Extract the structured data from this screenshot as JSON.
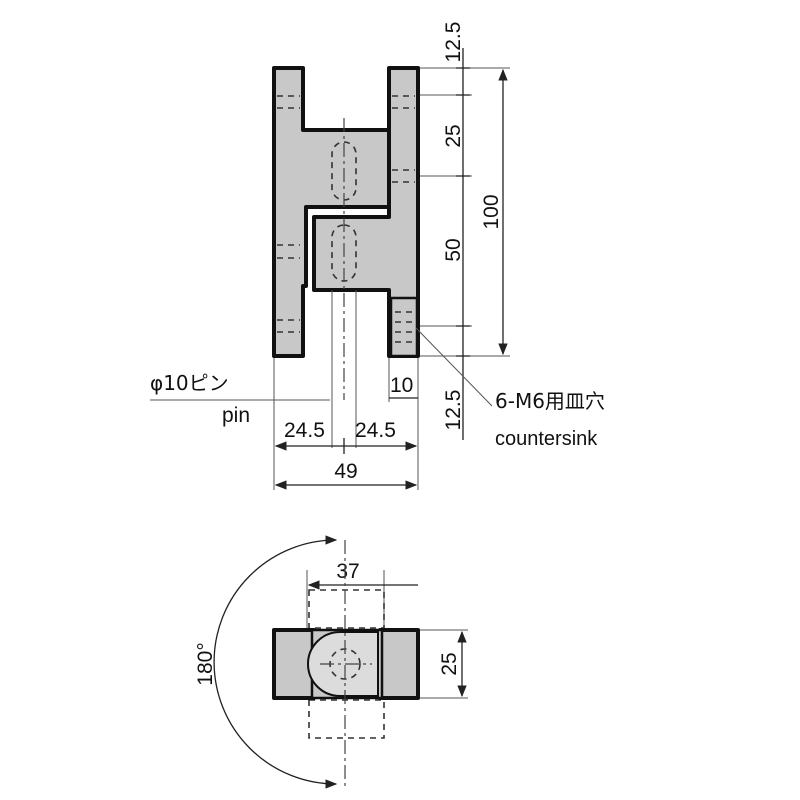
{
  "top_view": {
    "dims": {
      "top_offset": "12.5",
      "upper_section": "25",
      "overall_height": "100",
      "lower_section": "50",
      "bottom_offset": "12.5",
      "plate_width": "10",
      "half_width_left": "24.5",
      "half_width_right": "24.5",
      "overall_width": "49"
    },
    "labels": {
      "pin_jp": "φ10ピン",
      "pin_en": "pin",
      "countersink_jp": "6-M6用皿穴",
      "countersink_en": "countersink"
    }
  },
  "side_view": {
    "dims": {
      "width": "37",
      "height": "25",
      "rotation": "180°"
    }
  }
}
